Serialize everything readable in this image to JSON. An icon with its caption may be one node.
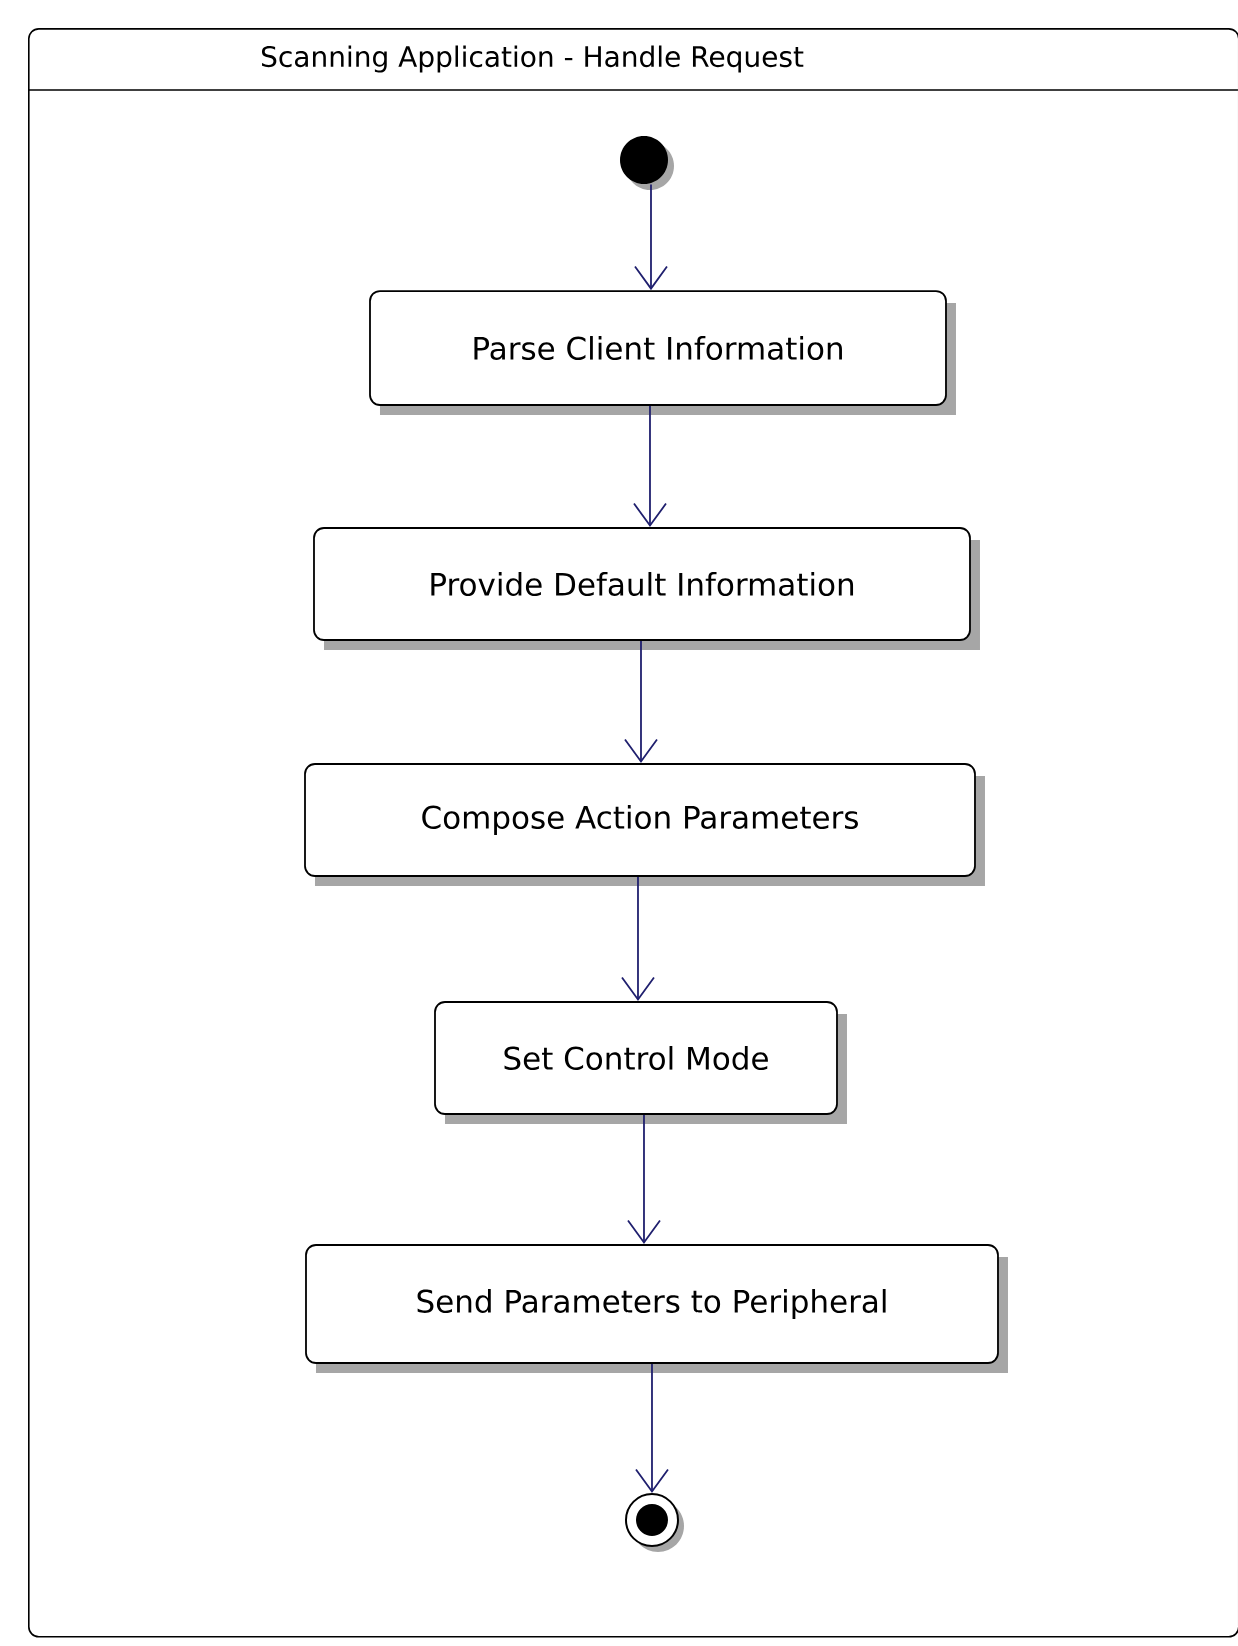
{
  "diagram": {
    "nodes": [
      {
        "text": [
          "Scanning Application - Handle Request"
        ]
      },
      {
        "text": [],
        "shape": "circle",
        "in": 0
      },
      {
        "text": [
          "Parse Client Information"
        ],
        "in": 0
      },
      {
        "text": [
          "Provide Default Information"
        ],
        "in": 0
      },
      {
        "text": [
          "Compose Action Parameters"
        ],
        "in": 0
      },
      {
        "text": [
          "Set Control Mode"
        ],
        "in": 0
      },
      {
        "text": [
          "Send Parameters to Peripheral"
        ],
        "in": 0
      },
      {
        "text": [],
        "shape": "circle",
        "in": 0
      }
    ],
    "edges": [
      {
        "from": 1,
        "to": 2,
        "arrow": "to"
      },
      {
        "from": 2,
        "to": 3,
        "arrow": "to"
      },
      {
        "from": 3,
        "to": 4,
        "arrow": "to"
      },
      {
        "from": 4,
        "to": 5,
        "arrow": "to"
      },
      {
        "from": 5,
        "to": 6,
        "arrow": "to"
      },
      {
        "from": 6,
        "to": 7,
        "arrow": "to"
      }
    ]
  }
}
